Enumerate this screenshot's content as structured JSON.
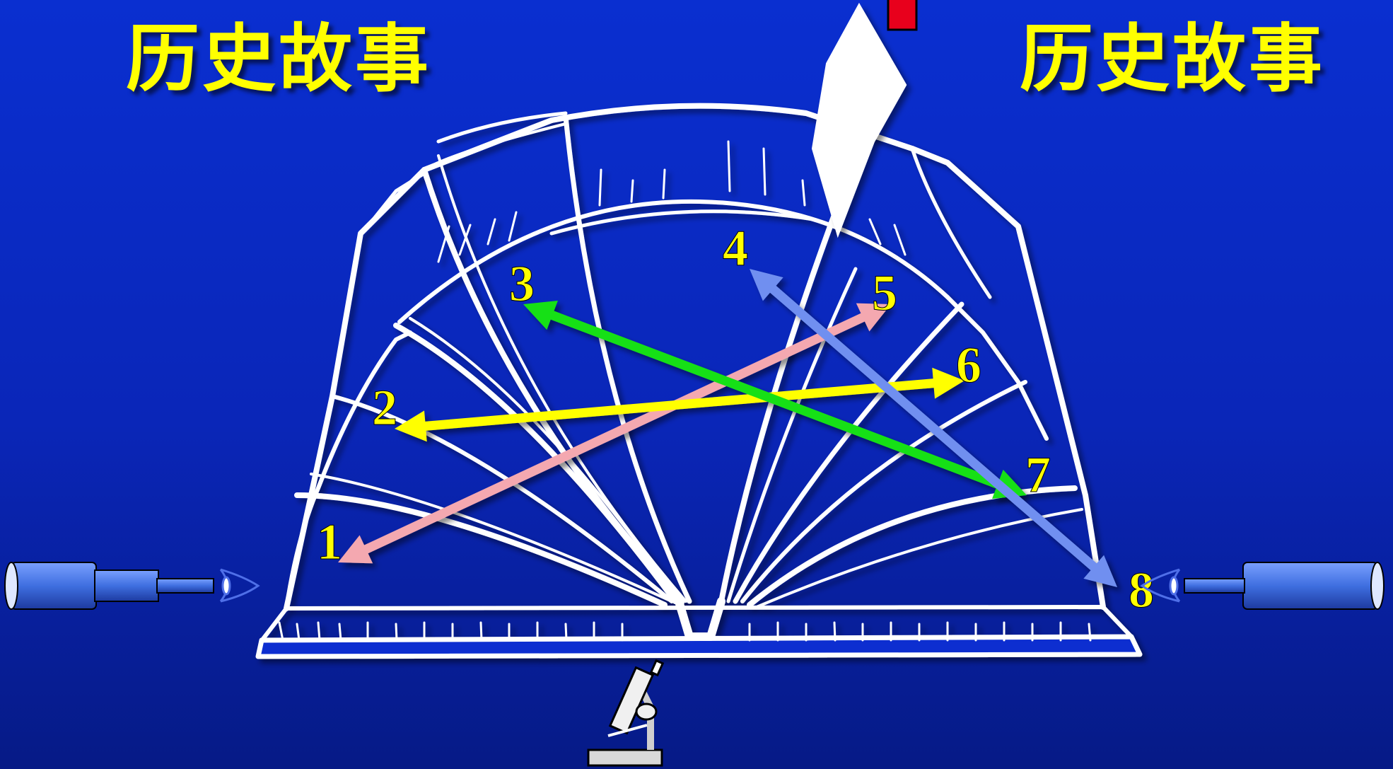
{
  "titles": {
    "left": "历史故事",
    "right": "历史故事"
  },
  "numbers": [
    "1",
    "2",
    "3",
    "4",
    "5",
    "6",
    "7",
    "8"
  ],
  "colors": {
    "background": "#0a2fd0",
    "title": "#ffff00",
    "arrow_pink": "#f4a8b0",
    "arrow_yellow": "#ffff00",
    "arrow_green": "#18e018",
    "arrow_blue": "#6f8ff0",
    "telescope": "#3f6fe0",
    "marker": "#e8001c"
  },
  "arrows": [
    {
      "name": "pink",
      "from": "5",
      "to": "1"
    },
    {
      "name": "yellow",
      "from": "2",
      "to": "6"
    },
    {
      "name": "green",
      "from": "7",
      "to": "3"
    },
    {
      "name": "blue",
      "from": "4",
      "to": "8"
    }
  ],
  "icons": [
    "telescope-icon",
    "eye-icon",
    "microscope-icon",
    "open-book-icon",
    "red-marker-icon"
  ]
}
